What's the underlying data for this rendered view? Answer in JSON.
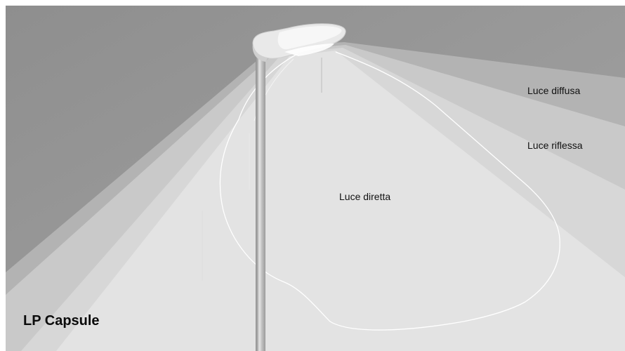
{
  "labels": {
    "diffuse": "Luce diffusa",
    "reflected": "Luce riflessa",
    "direct": "Luce diretta",
    "product": "LP Capsule"
  },
  "colors": {
    "background": "#9b9b9b",
    "diffuse_zone": "#b6b6b6",
    "reflected_zone": "#cfcfcf",
    "direct_zone": "#e4e4e4",
    "outline": "#ffffff",
    "pole": "#c2c2c2",
    "luminaire": "#eeeeee"
  },
  "icons": {
    "luminaire": "street-lamp-head-icon"
  }
}
